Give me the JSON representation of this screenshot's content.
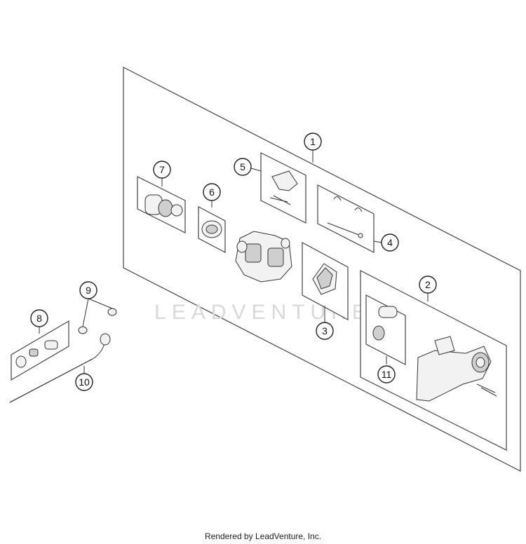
{
  "watermark": "LEADVENTURE",
  "footer": "Rendered by LeadVenture, Inc.",
  "callouts": [
    "1",
    "2",
    "3",
    "4",
    "5",
    "6",
    "7",
    "8",
    "9",
    "10",
    "11"
  ]
}
